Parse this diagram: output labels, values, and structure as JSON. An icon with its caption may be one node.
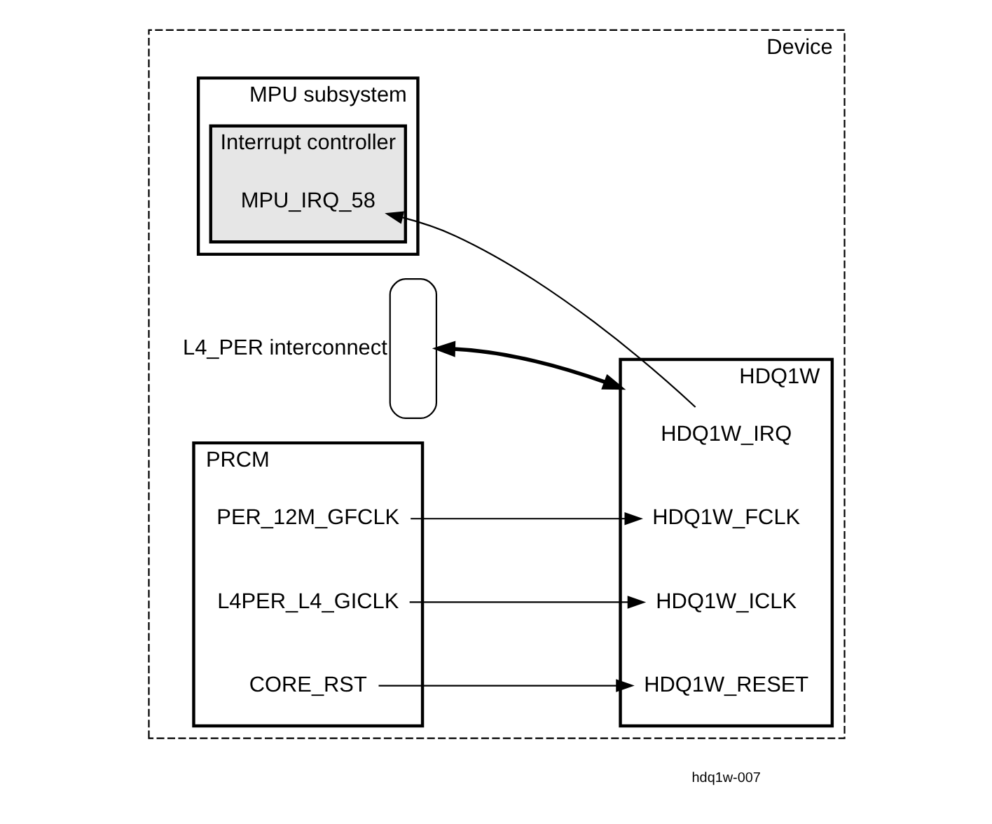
{
  "diagram": {
    "nodes": [
      {
        "text": [
          "Device"
        ]
      },
      {
        "text": [
          "MPU subsystem"
        ],
        "in": 0
      },
      {
        "text": [
          "Interrupt controller"
        ],
        "in": 1
      },
      {
        "text": [
          "MPU_IRQ_58"
        ],
        "in": 2
      },
      {
        "text": [],
        "shape": "arrow",
        "beside": [
          "L4_PER interconnect"
        ],
        "in": 0
      },
      {
        "text": [
          "HDQ1W"
        ],
        "in": 0
      },
      {
        "text": [
          "HDQ1W_IRQ"
        ],
        "in": 5
      },
      {
        "text": [
          "HDQ1W_FCLK"
        ],
        "in": 5
      },
      {
        "text": [
          "HDQ1W_ICLK"
        ],
        "in": 5
      },
      {
        "text": [
          "HDQ1W_RESET"
        ],
        "in": 5
      },
      {
        "text": [
          "PRCM"
        ],
        "in": 0
      },
      {
        "text": [
          "PER_12M_GFCLK"
        ],
        "in": 10
      },
      {
        "text": [
          "L4PER_L4_GICLK"
        ],
        "in": 10
      },
      {
        "text": [
          "CORE_RST"
        ],
        "in": 10
      }
    ],
    "edges": [
      {
        "from": 6,
        "to": 3,
        "arrow": "to"
      },
      {
        "from": 4,
        "to": 5,
        "arrow": "both",
        "style": "thick"
      },
      {
        "from": 11,
        "to": 7,
        "arrow": "to"
      },
      {
        "from": 12,
        "to": 8,
        "arrow": "to"
      },
      {
        "from": 13,
        "to": 9,
        "arrow": "to"
      }
    ],
    "labels": [
      "hdq1w-007"
    ]
  }
}
